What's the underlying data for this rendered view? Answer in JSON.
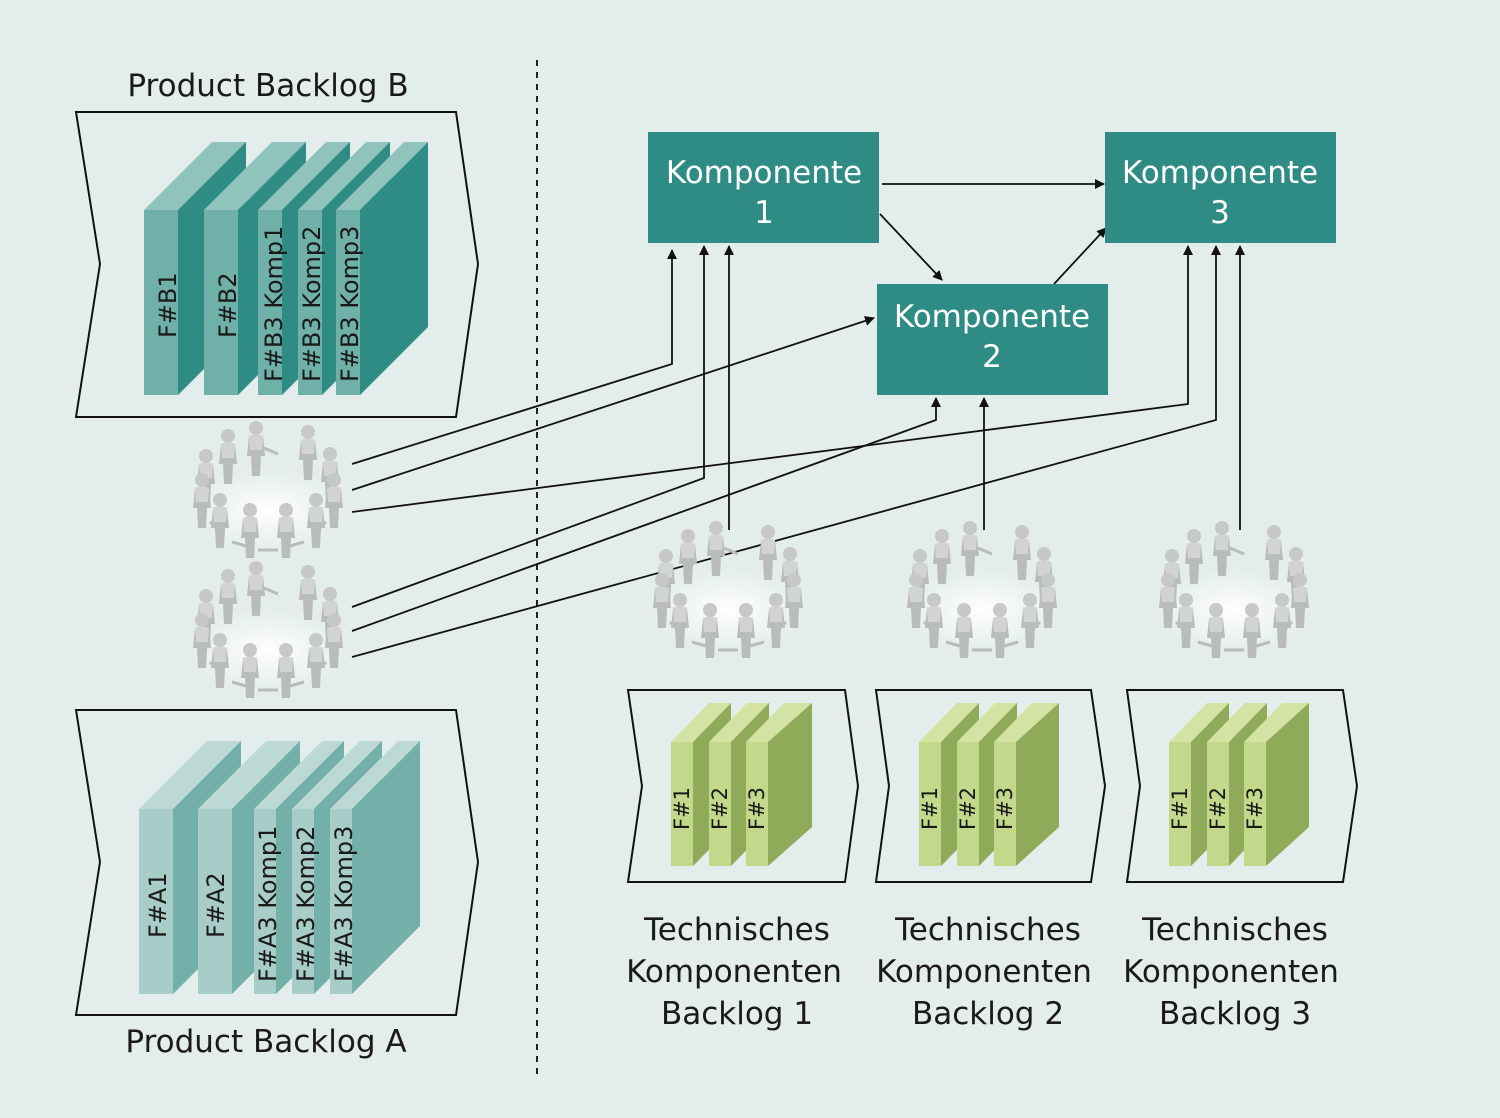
{
  "product_backlog_b": {
    "title": "Product Backlog B",
    "cards": [
      "F#B1",
      "F#B2",
      "F#B3 Komp1",
      "F#B3 Komp2",
      "F#B3 Komp3"
    ]
  },
  "product_backlog_a": {
    "title": "Product Backlog A",
    "cards": [
      "F#A1",
      "F#A2",
      "F#A3 Komp1",
      "F#A3 Komp2",
      "F#A3 Komp3"
    ]
  },
  "components": [
    {
      "line1": "Komponente",
      "line2": "1"
    },
    {
      "line1": "Komponente",
      "line2": "2"
    },
    {
      "line1": "Komponente",
      "line2": "3"
    }
  ],
  "tech_backlogs": [
    {
      "lines": [
        "Technisches",
        "Komponenten",
        "Backlog 1"
      ],
      "cards": [
        "F#1",
        "F#2",
        "F#3"
      ]
    },
    {
      "lines": [
        "Technisches",
        "Komponenten",
        "Backlog 2"
      ],
      "cards": [
        "F#1",
        "F#2",
        "F#3"
      ]
    },
    {
      "lines": [
        "Technisches",
        "Komponenten",
        "Backlog 3"
      ],
      "cards": [
        "F#1",
        "F#2",
        "F#3"
      ]
    }
  ],
  "icons": {
    "team": "team-circle-icon"
  },
  "colors": {
    "background": "#e3edeb",
    "component_box": "#2e8c85",
    "backlog_b_front": "#6fb0a8",
    "backlog_b_side": "#2e8c85",
    "backlog_a_front": "#a8cdc8",
    "backlog_a_side": "#73b0aa",
    "tech_front": "#c2d98b",
    "tech_side": "#8faa58",
    "line": "#111111"
  }
}
